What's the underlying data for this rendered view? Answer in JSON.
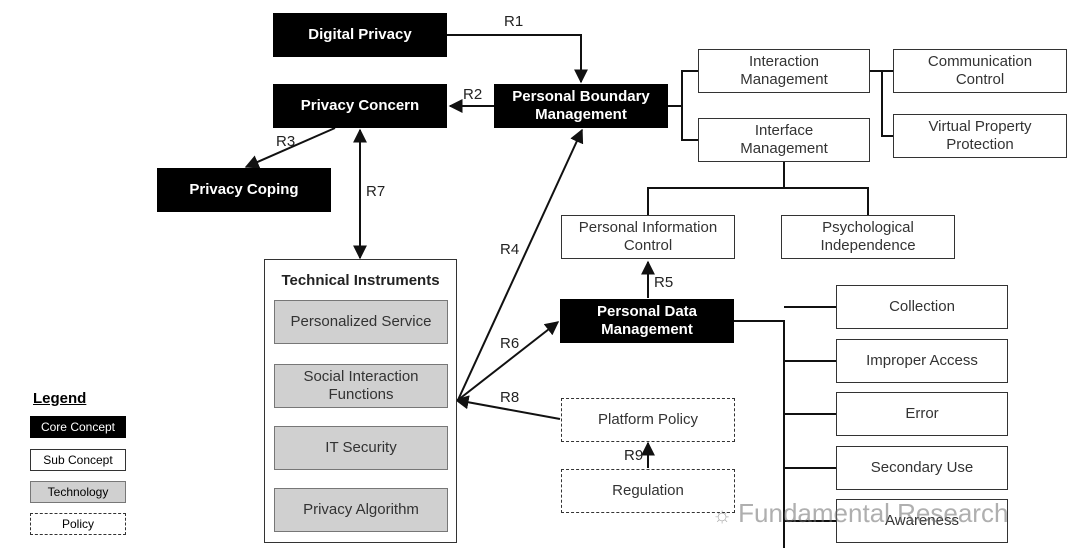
{
  "nodes": {
    "digital_privacy": "Digital Privacy",
    "privacy_concern": "Privacy Concern",
    "privacy_coping": "Privacy Coping",
    "personal_boundary_management": "Personal Boundary\nManagement",
    "interaction_management": "Interaction\nManagement",
    "interface_management": "Interface\nManagement",
    "communication_control": "Communication\nControl",
    "virtual_property_protection": "Virtual Property\nProtection",
    "personal_information_control": "Personal Information\nControl",
    "psychological_independence": "Psychological\nIndependence",
    "personal_data_management": "Personal Data\nManagement",
    "collection": "Collection",
    "improper_access": "Improper Access",
    "error": "Error",
    "secondary_use": "Secondary Use",
    "awareness": "Awareness",
    "platform_policy": "Platform Policy",
    "regulation": "Regulation"
  },
  "technical_instruments": {
    "title": "Technical Instruments",
    "items": [
      "Personalized Service",
      "Social Interaction\nFunctions",
      "IT Security",
      "Privacy Algorithm"
    ]
  },
  "relations": {
    "r1": "R1",
    "r2": "R2",
    "r3": "R3",
    "r4": "R4",
    "r5": "R5",
    "r6": "R6",
    "r7": "R7",
    "r8": "R8",
    "r9": "R9"
  },
  "legend": {
    "title": "Legend",
    "core": "Core Concept",
    "sub": "Sub Concept",
    "technology": "Technology",
    "policy": "Policy"
  },
  "watermark": "Fundamental Research"
}
